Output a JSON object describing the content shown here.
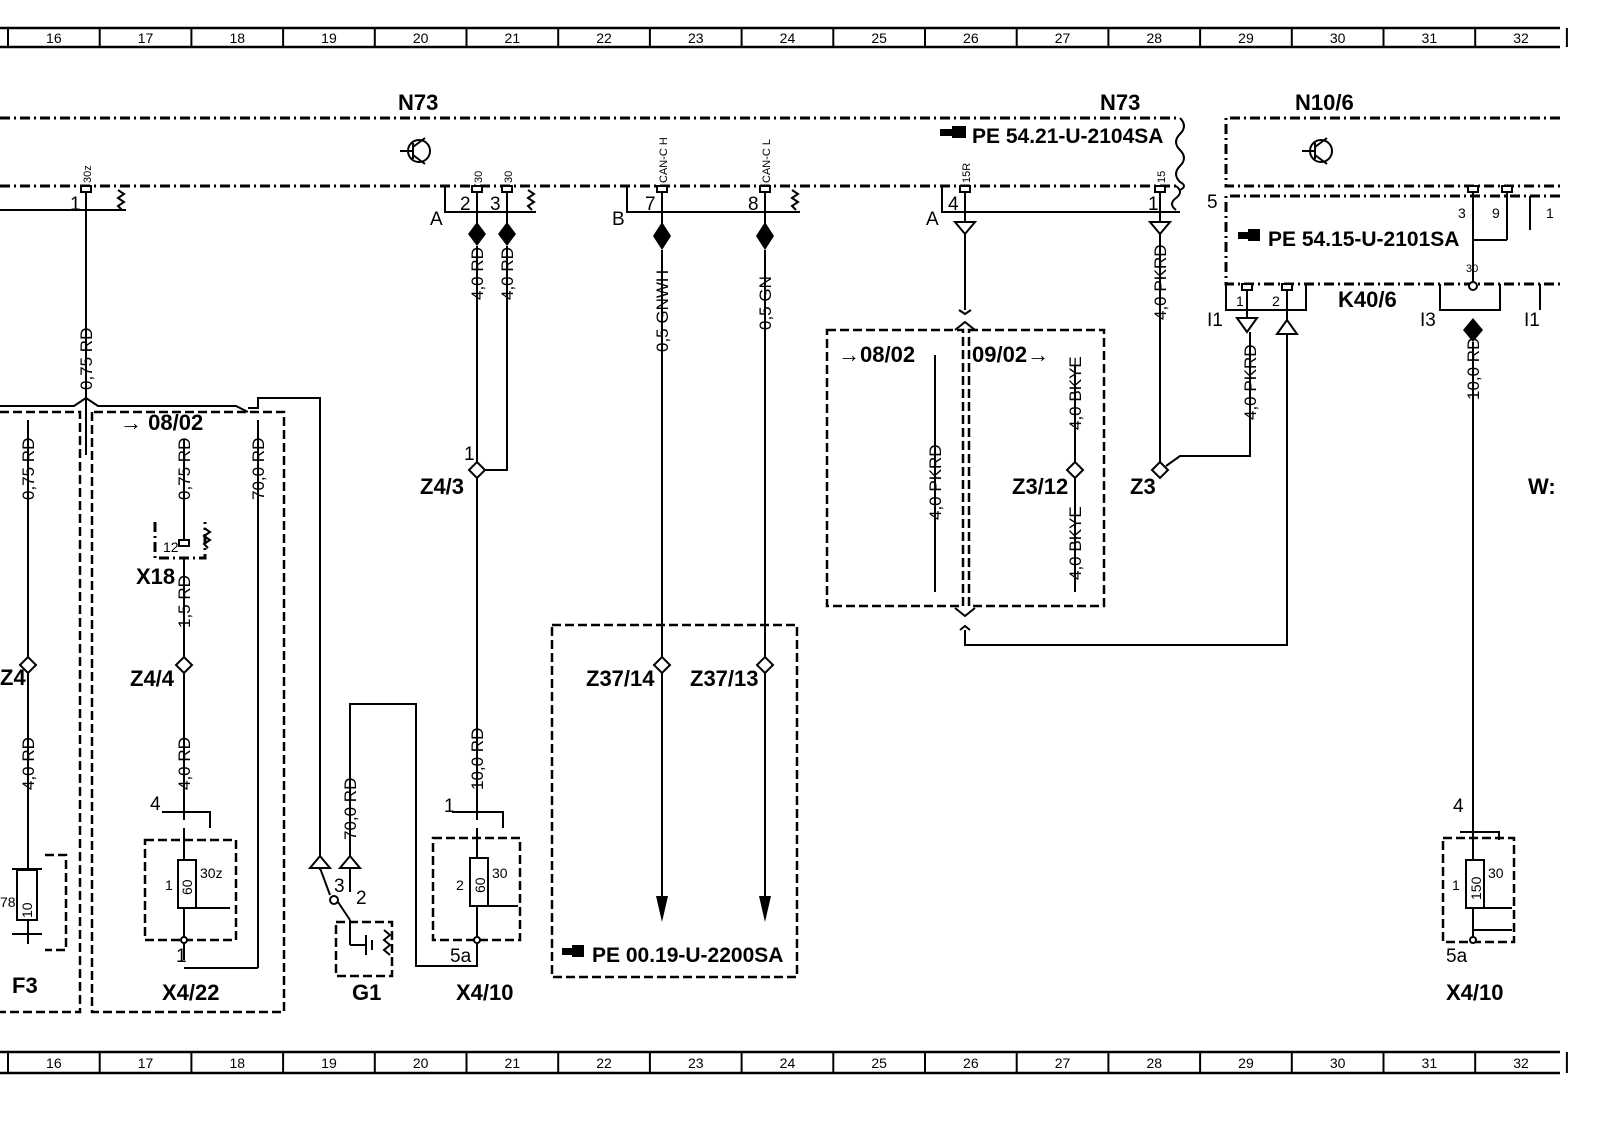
{
  "grid": {
    "columns": [
      "16",
      "17",
      "18",
      "19",
      "20",
      "21",
      "22",
      "23",
      "24",
      "25",
      "26",
      "27",
      "28",
      "29",
      "30",
      "31",
      "32"
    ]
  },
  "components": {
    "n73_left": "N73",
    "n73_right": "N73",
    "n10_6": "N10/6",
    "k40_6": "K40/6",
    "z4_3": "Z4/3",
    "z4_4_left": "Z4",
    "z4_4": "Z4/4",
    "x18": "X18",
    "f3": "F3",
    "x4_22": "X4/22",
    "g1": "G1",
    "x4_10_a": "X4/10",
    "x4_10_b": "X4/10",
    "z37_14": "Z37/14",
    "z37_13": "Z37/13",
    "z3_12": "Z3/12",
    "z3": "Z3",
    "w_partial": "W:"
  },
  "references": {
    "pe_n73": "PE 54.21-U-2104SA",
    "pe_n10_6": "PE 54.15-U-2101SA",
    "pe_can": "PE 00.19-U-2200SA"
  },
  "cross_refs": {
    "xr_08_02_a": "08/02",
    "xr_08_02_b": "08/02",
    "xr_09_02": "09/02"
  },
  "wires": {
    "w_075rd_main": "0,75 RD",
    "w_075rd_left": "0,75 RD",
    "w_075rd_mid": "0,75 RD",
    "w_700rd_x422": "70,0 RD",
    "w_15rd": "1,5 RD",
    "w_40rd_left": "4,0 RD",
    "w_40rd_x422": "4,0 RD",
    "w_40rd_pin2": "4,0 RD",
    "w_40rd_pin3": "4,0 RD",
    "w_100rd_x410": "10,0 RD",
    "w_700rd_g1": "70,0 RD",
    "w_05gnwh": "0,5 GNWH",
    "w_05gn": "0,5 GN",
    "w_40pkrd_a": "4,0 PKRD",
    "w_40pkrd_b": "4,0 PKRD",
    "w_40pkrd_c": "4,0 PKRD",
    "w_40bkye_a": "4,0 BKYE",
    "w_40bkye_b": "4,0 BKYE",
    "w_100rd_right": "10,0 RD"
  },
  "pins": {
    "n73_30z": "30z",
    "n73_30a": "30",
    "n73_30b": "30",
    "n73_canh": "CAN-C H",
    "n73_canl": "CAN-C L",
    "n73_15r": "15R",
    "n73_15": "15",
    "p1a": "1",
    "p2": "2",
    "p3": "3",
    "p7": "7",
    "p8": "8",
    "p4": "4",
    "p1b": "1",
    "conn_a1": "A",
    "conn_b": "B",
    "conn_a2": "A",
    "n10_p5": "5",
    "n10_p3": "3",
    "n10_p9": "9",
    "n10_p1": "1",
    "k40_30": "30",
    "k40_i1": "I1",
    "k40_p1": "1",
    "k40_p2": "2",
    "k40_i3": "I3",
    "k40_i1b": "I1",
    "x18_12": "12",
    "z43_1": "1",
    "x422_4": "4",
    "x422_1a": "1",
    "x422_60": "60",
    "x422_30z": "30z",
    "x422_1b": "1",
    "f3_10": "10",
    "f3_78": "78",
    "g1_3": "3",
    "g1_2": "2",
    "x410_1a": "1",
    "x410_2": "2",
    "x410_60": "60",
    "x410_30": "30",
    "x410_5a": "5a",
    "x410b_4": "4",
    "x410b_1": "1",
    "x410b_150": "150",
    "x410b_30": "30",
    "x410b_5a": "5a"
  }
}
